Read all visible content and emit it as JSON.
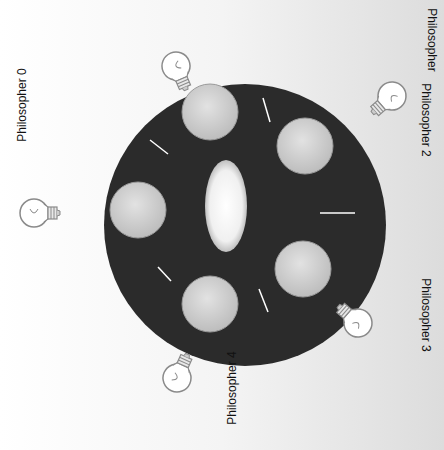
{
  "diagram": {
    "labels": [
      "Philosopher 0",
      "Philosopher",
      "Philosopher 2",
      "Philosopher 3",
      "Philosopher 4"
    ]
  }
}
